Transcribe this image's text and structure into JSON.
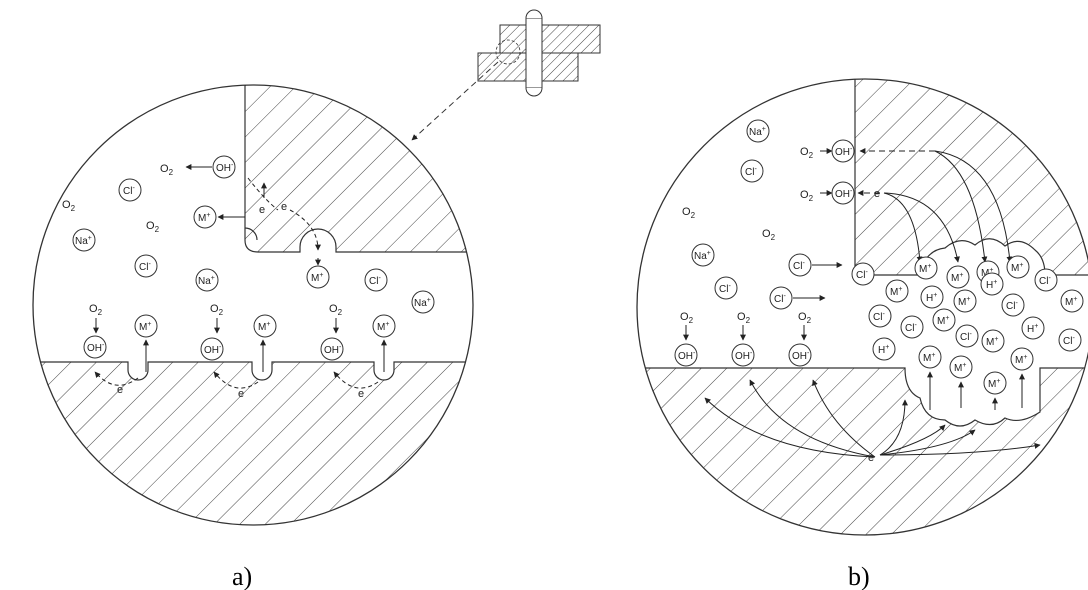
{
  "panel_a": {
    "caption": "a)",
    "labels": {
      "O2": "O",
      "O2_sub": "2",
      "OH": "OH",
      "OH_sup": "-",
      "M": "M",
      "M_sup": "+",
      "Cl": "Cl",
      "Cl_sup": "-",
      "Na": "Na",
      "Na_sup": "+",
      "e": "e"
    }
  },
  "panel_b": {
    "caption": "b)",
    "labels": {
      "O2": "O",
      "O2_sub": "2",
      "OH": "OH",
      "OH_sup": "-",
      "M": "M",
      "M_sup": "+",
      "Cl": "Cl",
      "Cl_sup": "-",
      "Na": "Na",
      "Na_sup": "+",
      "H": "H",
      "H_sup": "+",
      "e": "e"
    }
  },
  "colors": {
    "line": "#333333",
    "background": "#ffffff"
  }
}
